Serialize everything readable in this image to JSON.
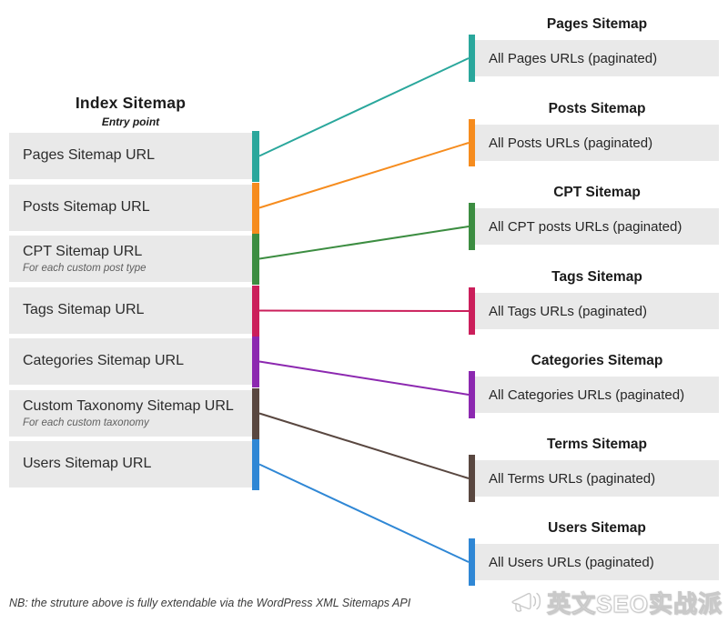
{
  "index": {
    "heading": "Index Sitemap",
    "subheading": "Entry point"
  },
  "left_items": [
    {
      "id": "pages",
      "label": "Pages Sitemap URL",
      "note": "",
      "color": "#2aa79c"
    },
    {
      "id": "posts",
      "label": "Posts Sitemap URL",
      "note": "",
      "color": "#f68c1e"
    },
    {
      "id": "cpt",
      "label": "CPT Sitemap URL",
      "note": "For each custom post type",
      "color": "#3c8d41"
    },
    {
      "id": "tags",
      "label": "Tags Sitemap URL",
      "note": "",
      "color": "#cb1f5b"
    },
    {
      "id": "categories",
      "label": "Categories Sitemap URL",
      "note": "",
      "color": "#8c28b0"
    },
    {
      "id": "custom-taxonomy",
      "label": "Custom Taxonomy Sitemap URL",
      "note": "For each custom taxonomy",
      "color": "#594740"
    },
    {
      "id": "users",
      "label": "Users Sitemap URL",
      "note": "",
      "color": "#2f87d5"
    }
  ],
  "right_items": [
    {
      "id": "pages-sitemap",
      "title": "Pages Sitemap",
      "label": "All Pages URLs (paginated)",
      "color": "#2aa79c"
    },
    {
      "id": "posts-sitemap",
      "title": "Posts Sitemap",
      "label": "All Posts URLs (paginated)",
      "color": "#f68c1e"
    },
    {
      "id": "cpt-sitemap",
      "title": "CPT Sitemap",
      "label": "All CPT posts URLs (paginated)",
      "color": "#3c8d41"
    },
    {
      "id": "tags-sitemap",
      "title": "Tags Sitemap",
      "label": "All Tags URLs (paginated)",
      "color": "#cb1f5b"
    },
    {
      "id": "categories-sitemap",
      "title": "Categories Sitemap",
      "label": "All Categories URLs (paginated)",
      "color": "#8c28b0"
    },
    {
      "id": "terms-sitemap",
      "title": "Terms Sitemap",
      "label": "All Terms URLs (paginated)",
      "color": "#594740"
    },
    {
      "id": "users-sitemap",
      "title": "Users Sitemap",
      "label": "All Users URLs (paginated)",
      "color": "#2f87d5"
    }
  ],
  "connections": [
    [
      0,
      0
    ],
    [
      1,
      1
    ],
    [
      2,
      2
    ],
    [
      3,
      3
    ],
    [
      4,
      4
    ],
    [
      5,
      5
    ],
    [
      6,
      6
    ]
  ],
  "footnote": "NB: the struture above is fully extendable via the WordPress XML Sitemaps API",
  "watermark": {
    "icon": "megaphone-icon",
    "text": "英文SEO实战派"
  },
  "style_colors": {
    "box_gray": "#e9e9e9",
    "text_dark": "#2c2c2c",
    "note_gray": "#5f5f5f"
  }
}
